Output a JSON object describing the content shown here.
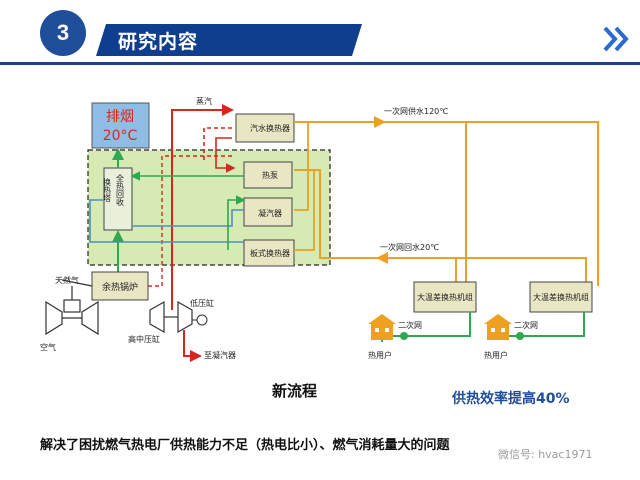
{
  "header": {
    "section_number": "3",
    "section_title": "研究内容"
  },
  "diagram": {
    "exhaust_label": "排烟",
    "exhaust_temp": "20°C",
    "steam_label": "蒸汽",
    "steam_water_hx": "汽水换热器",
    "heat_pump": "热泵",
    "condenser": "凝汽器",
    "plate_hx": "板式换热器",
    "full_heat_recovery_tower": "全热回收",
    "hx_tower": "换热塔",
    "natural_gas": "天然气",
    "air": "空气",
    "hrsg": "余热锅炉",
    "hp_ip_cylinder": "高中压缸",
    "lp_cylinder": "低压缸",
    "to_condenser": "至凝汽器",
    "primary_supply": "一次网供水120℃",
    "primary_return": "一次网回水20℃",
    "large_dt_unit_1": "大温差换热机组",
    "large_dt_unit_2": "大温差换热机组",
    "secondary_net_1": "二次网",
    "secondary_net_2": "二次网",
    "heat_user_1": "热用户",
    "heat_user_2": "热用户"
  },
  "captions": {
    "new_process": "新流程",
    "efficiency": "供热效率提高40%",
    "conclusion": "解决了困扰燃气热电厂供热能力不足（热电比小）、燃气消耗量大的问题",
    "watermark": "微信号: hvac1971"
  },
  "colors": {
    "brand_blue": "#0f3e8f",
    "steam_red": "#d9261c",
    "hot_orange": "#f0a020",
    "green_flow": "#2fa84f",
    "cool_blue": "#4a90c8"
  }
}
